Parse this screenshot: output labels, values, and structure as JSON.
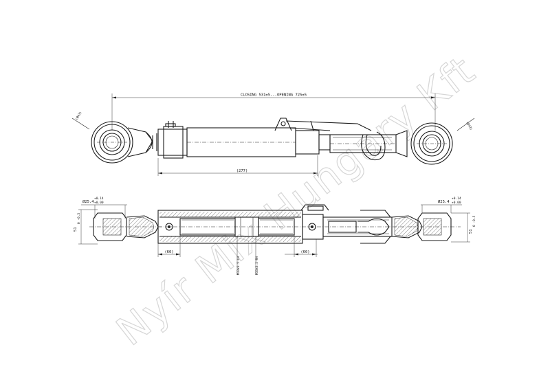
{
  "watermark": "Nyír Mix Hungary Kft",
  "top_view": {
    "overall_dim": "CLOSING 531±5---OPENING 725±5",
    "body_dim": "(277)",
    "left_ball_dim": "(Ø43)",
    "right_ball_dim": "(Ø43)"
  },
  "bottom_view": {
    "left_bore_dim": "Ø25.4",
    "left_bore_tol_upper": "+0.14",
    "left_bore_tol_lower": "+0.00",
    "right_bore_dim": "Ø25.4",
    "right_bore_tol_upper": "+0.14",
    "right_bore_tol_lower": "+0.00",
    "left_width_dim": "51",
    "left_width_tol": "0\n-0.5",
    "right_width_dim": "51",
    "right_width_tol": "0\n-0.5",
    "left_thread_len": "(60)",
    "right_thread_len": "(60)",
    "thread_left": "M33x3.5-LH",
    "thread_right": "M33x3.5-RH"
  }
}
